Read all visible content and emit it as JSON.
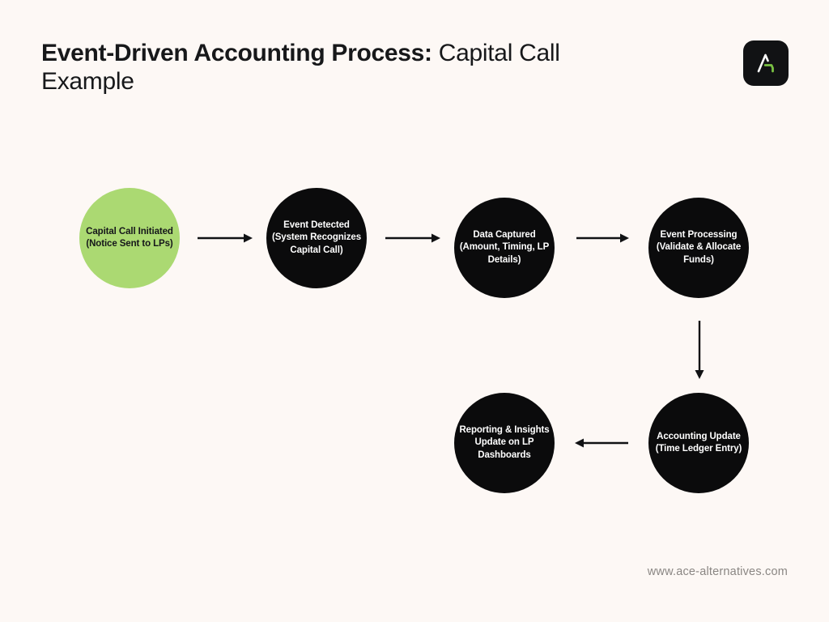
{
  "page": {
    "background_color": "#fdf8f5",
    "accent_color": "#abd972",
    "dark_color": "#0b0b0c"
  },
  "header": {
    "title_bold": "Event-Driven Accounting Process:",
    "title_regular": " Capital Call Example",
    "logo": {
      "name": "ace-alternatives-logo",
      "letter": "A",
      "background_color": "#111214",
      "stroke_color": "#ffffff",
      "accent_color": "#7ac143"
    }
  },
  "diagram": {
    "type": "flowchart",
    "nodes": [
      {
        "id": "node-1",
        "label": "Capital Call Initiated (Notice Sent to LPs)",
        "style": "accent",
        "row": 1,
        "order": 1
      },
      {
        "id": "node-2",
        "label": "Event Detected (System Recognizes Capital Call)",
        "style": "dark",
        "row": 1,
        "order": 2
      },
      {
        "id": "node-3",
        "label": "Data Captured (Amount, Timing, LP Details)",
        "style": "dark",
        "row": 1,
        "order": 3
      },
      {
        "id": "node-4",
        "label": "Event Processing (Validate & Allocate Funds)",
        "style": "dark",
        "row": 1,
        "order": 4
      },
      {
        "id": "node-5",
        "label": "Accounting Update (Time Ledger Entry)",
        "style": "dark",
        "row": 2,
        "order": 2
      },
      {
        "id": "node-6",
        "label": "Reporting & Insights Update on LP Dashboards",
        "style": "dark",
        "row": 2,
        "order": 1
      }
    ],
    "connectors": [
      {
        "id": "arrow-1",
        "from": "node-1",
        "to": "node-2",
        "direction": "right"
      },
      {
        "id": "arrow-2",
        "from": "node-2",
        "to": "node-3",
        "direction": "right"
      },
      {
        "id": "arrow-3",
        "from": "node-3",
        "to": "node-4",
        "direction": "right"
      },
      {
        "id": "arrow-4",
        "from": "node-4",
        "to": "node-5",
        "direction": "down"
      },
      {
        "id": "arrow-5",
        "from": "node-5",
        "to": "node-6",
        "direction": "left"
      }
    ]
  },
  "footer": {
    "url": "www.ace-alternatives.com"
  }
}
